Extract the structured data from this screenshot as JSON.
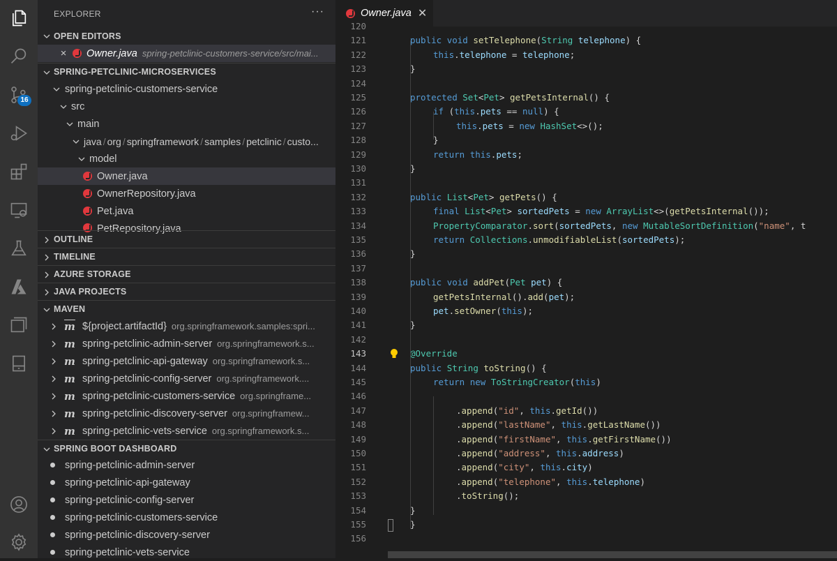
{
  "activity_bar": {
    "icons": [
      "explorer-icon",
      "search-icon",
      "source-control-icon",
      "run-debug-icon",
      "extensions-icon",
      "remote-explorer-icon",
      "testing-icon",
      "azure-icon",
      "window-icon",
      "notebook-icon",
      "account-icon",
      "settings-gear-icon"
    ],
    "source_control_badge": "16"
  },
  "sidebar": {
    "title": "EXPLORER",
    "more": "···",
    "open_editors": {
      "header": "OPEN EDITORS",
      "file": "Owner.java",
      "path": "spring-petclinic-customers-service/src/mai..."
    },
    "workspace": {
      "header": "SPRING-PETCLINIC-MICROSERVICES",
      "tree": {
        "service": "spring-petclinic-customers-service",
        "src": "src",
        "main": "main",
        "package_parts": [
          "java",
          "org",
          "springframework",
          "samples",
          "petclinic",
          "custo..."
        ],
        "model": "model",
        "files": [
          "Owner.java",
          "OwnerRepository.java",
          "Pet.java",
          "PetRepository.java"
        ]
      }
    },
    "collapsed_sections": [
      "OUTLINE",
      "TIMELINE",
      "AZURE STORAGE",
      "JAVA PROJECTS"
    ],
    "maven": {
      "header": "MAVEN",
      "items": [
        {
          "name": "${project.artifactId}",
          "detail": "org.springframework.samples:spri..."
        },
        {
          "name": "spring-petclinic-admin-server",
          "detail": "org.springframework.s..."
        },
        {
          "name": "spring-petclinic-api-gateway",
          "detail": "org.springframework.s..."
        },
        {
          "name": "spring-petclinic-config-server",
          "detail": "org.springframework...."
        },
        {
          "name": "spring-petclinic-customers-service",
          "detail": "org.springframe..."
        },
        {
          "name": "spring-petclinic-discovery-server",
          "detail": "org.springframew..."
        },
        {
          "name": "spring-petclinic-vets-service",
          "detail": "org.springframework.s..."
        }
      ]
    },
    "spring_boot": {
      "header": "SPRING BOOT DASHBOARD",
      "apps": [
        "spring-petclinic-admin-server",
        "spring-petclinic-api-gateway",
        "spring-petclinic-config-server",
        "spring-petclinic-customers-service",
        "spring-petclinic-discovery-server",
        "spring-petclinic-vets-service"
      ]
    }
  },
  "editor": {
    "tab": {
      "name": "Owner.java",
      "close": "✕"
    },
    "active_line": "143",
    "lines": [
      {
        "n": "120",
        "indent": 0,
        "t": [
          [
            "",
            ""
          ]
        ]
      },
      {
        "n": "121",
        "indent": 1,
        "t": [
          [
            "kw",
            "public "
          ],
          [
            "kw",
            "void "
          ],
          [
            "fn",
            "setTelephone"
          ],
          [
            "",
            "("
          ],
          [
            "ty",
            "String "
          ],
          [
            "vr",
            "telephone"
          ],
          [
            "",
            ") {"
          ]
        ]
      },
      {
        "n": "122",
        "indent": 2,
        "t": [
          [
            "kw",
            "this"
          ],
          [
            "",
            "."
          ],
          [
            "vr",
            "telephone"
          ],
          [
            "",
            " = "
          ],
          [
            "vr",
            "telephone"
          ],
          [
            "",
            ";"
          ]
        ]
      },
      {
        "n": "123",
        "indent": 1,
        "t": [
          [
            "",
            "}"
          ]
        ]
      },
      {
        "n": "124",
        "indent": 0,
        "t": [
          [
            "",
            ""
          ]
        ]
      },
      {
        "n": "125",
        "indent": 1,
        "t": [
          [
            "kw",
            "protected "
          ],
          [
            "ty",
            "Set"
          ],
          [
            "",
            "<"
          ],
          [
            "ty",
            "Pet"
          ],
          [
            "",
            "> "
          ],
          [
            "fn",
            "getPetsInternal"
          ],
          [
            "",
            "() {"
          ]
        ]
      },
      {
        "n": "126",
        "indent": 2,
        "t": [
          [
            "kw",
            "if "
          ],
          [
            "",
            "("
          ],
          [
            "kw",
            "this"
          ],
          [
            "",
            "."
          ],
          [
            "vr",
            "pets"
          ],
          [
            "",
            " == "
          ],
          [
            "kw",
            "null"
          ],
          [
            "",
            ") {"
          ]
        ]
      },
      {
        "n": "127",
        "indent": 3,
        "t": [
          [
            "kw",
            "this"
          ],
          [
            "",
            "."
          ],
          [
            "vr",
            "pets"
          ],
          [
            "",
            " = "
          ],
          [
            "kw",
            "new "
          ],
          [
            "ty",
            "HashSet"
          ],
          [
            "",
            "<>();"
          ]
        ]
      },
      {
        "n": "128",
        "indent": 2,
        "t": [
          [
            "",
            "}"
          ]
        ]
      },
      {
        "n": "129",
        "indent": 2,
        "t": [
          [
            "kw",
            "return "
          ],
          [
            "kw",
            "this"
          ],
          [
            "",
            "."
          ],
          [
            "vr",
            "pets"
          ],
          [
            "",
            ";"
          ]
        ]
      },
      {
        "n": "130",
        "indent": 1,
        "t": [
          [
            "",
            "}"
          ]
        ]
      },
      {
        "n": "131",
        "indent": 0,
        "t": [
          [
            "",
            ""
          ]
        ]
      },
      {
        "n": "132",
        "indent": 1,
        "t": [
          [
            "kw",
            "public "
          ],
          [
            "ty",
            "List"
          ],
          [
            "",
            "<"
          ],
          [
            "ty",
            "Pet"
          ],
          [
            "",
            "> "
          ],
          [
            "fn",
            "getPets"
          ],
          [
            "",
            "() {"
          ]
        ]
      },
      {
        "n": "133",
        "indent": 2,
        "t": [
          [
            "kw",
            "final "
          ],
          [
            "ty",
            "List"
          ],
          [
            "",
            "<"
          ],
          [
            "ty",
            "Pet"
          ],
          [
            "",
            "> "
          ],
          [
            "vr",
            "sortedPets"
          ],
          [
            "",
            " = "
          ],
          [
            "kw",
            "new "
          ],
          [
            "ty",
            "ArrayList"
          ],
          [
            "",
            "<>("
          ],
          [
            "fn",
            "getPetsInternal"
          ],
          [
            "",
            "());"
          ]
        ]
      },
      {
        "n": "134",
        "indent": 2,
        "t": [
          [
            "ty",
            "PropertyComparator"
          ],
          [
            "",
            "."
          ],
          [
            "fn",
            "sort"
          ],
          [
            "",
            "("
          ],
          [
            "vr",
            "sortedPets"
          ],
          [
            "",
            ", "
          ],
          [
            "kw",
            "new "
          ],
          [
            "ty",
            "MutableSortDefinition"
          ],
          [
            "",
            "("
          ],
          [
            "st",
            "\"name\""
          ],
          [
            "",
            ", t"
          ]
        ]
      },
      {
        "n": "135",
        "indent": 2,
        "t": [
          [
            "kw",
            "return "
          ],
          [
            "ty",
            "Collections"
          ],
          [
            "",
            "."
          ],
          [
            "fn",
            "unmodifiableList"
          ],
          [
            "",
            "("
          ],
          [
            "vr",
            "sortedPets"
          ],
          [
            "",
            ");"
          ]
        ]
      },
      {
        "n": "136",
        "indent": 1,
        "t": [
          [
            "",
            "}"
          ]
        ]
      },
      {
        "n": "137",
        "indent": 0,
        "t": [
          [
            "",
            ""
          ]
        ]
      },
      {
        "n": "138",
        "indent": 1,
        "t": [
          [
            "kw",
            "public "
          ],
          [
            "kw",
            "void "
          ],
          [
            "fn",
            "addPet"
          ],
          [
            "",
            "("
          ],
          [
            "ty",
            "Pet "
          ],
          [
            "vr",
            "pet"
          ],
          [
            "",
            ") {"
          ]
        ]
      },
      {
        "n": "139",
        "indent": 2,
        "t": [
          [
            "fn",
            "getPetsInternal"
          ],
          [
            "",
            "()."
          ],
          [
            "fn",
            "add"
          ],
          [
            "",
            "("
          ],
          [
            "vr",
            "pet"
          ],
          [
            "",
            ");"
          ]
        ]
      },
      {
        "n": "140",
        "indent": 2,
        "t": [
          [
            "vr",
            "pet"
          ],
          [
            "",
            "."
          ],
          [
            "fn",
            "setOwner"
          ],
          [
            "",
            "("
          ],
          [
            "kw",
            "this"
          ],
          [
            "",
            ");"
          ]
        ]
      },
      {
        "n": "141",
        "indent": 1,
        "t": [
          [
            "",
            "}"
          ]
        ]
      },
      {
        "n": "142",
        "indent": 0,
        "t": [
          [
            "",
            ""
          ]
        ]
      },
      {
        "n": "143",
        "indent": 1,
        "t": [
          [
            "an",
            "@Override"
          ]
        ]
      },
      {
        "n": "144",
        "indent": 1,
        "t": [
          [
            "kw",
            "public "
          ],
          [
            "ty",
            "String "
          ],
          [
            "fn",
            "toString"
          ],
          [
            "",
            "() {"
          ]
        ]
      },
      {
        "n": "145",
        "indent": 2,
        "t": [
          [
            "kw",
            "return "
          ],
          [
            "kw",
            "new "
          ],
          [
            "ty",
            "ToStringCreator"
          ],
          [
            "",
            "("
          ],
          [
            "kw",
            "this"
          ],
          [
            "",
            ")"
          ]
        ]
      },
      {
        "n": "146",
        "indent": 0,
        "t": [
          [
            "",
            ""
          ]
        ]
      },
      {
        "n": "147",
        "indent": 3,
        "t": [
          [
            "",
            "."
          ],
          [
            "fn",
            "append"
          ],
          [
            "",
            "("
          ],
          [
            "st",
            "\"id\""
          ],
          [
            "",
            ", "
          ],
          [
            "kw",
            "this"
          ],
          [
            "",
            "."
          ],
          [
            "fn",
            "getId"
          ],
          [
            "",
            "())"
          ]
        ]
      },
      {
        "n": "148",
        "indent": 3,
        "t": [
          [
            "",
            "."
          ],
          [
            "fn",
            "append"
          ],
          [
            "",
            "("
          ],
          [
            "st",
            "\"lastName\""
          ],
          [
            "",
            ", "
          ],
          [
            "kw",
            "this"
          ],
          [
            "",
            "."
          ],
          [
            "fn",
            "getLastName"
          ],
          [
            "",
            "())"
          ]
        ]
      },
      {
        "n": "149",
        "indent": 3,
        "t": [
          [
            "",
            "."
          ],
          [
            "fn",
            "append"
          ],
          [
            "",
            "("
          ],
          [
            "st",
            "\"firstName\""
          ],
          [
            "",
            ", "
          ],
          [
            "kw",
            "this"
          ],
          [
            "",
            "."
          ],
          [
            "fn",
            "getFirstName"
          ],
          [
            "",
            "())"
          ]
        ]
      },
      {
        "n": "150",
        "indent": 3,
        "t": [
          [
            "",
            "."
          ],
          [
            "fn",
            "append"
          ],
          [
            "",
            "("
          ],
          [
            "st",
            "\"address\""
          ],
          [
            "",
            ", "
          ],
          [
            "kw",
            "this"
          ],
          [
            "",
            "."
          ],
          [
            "vr",
            "address"
          ],
          [
            "",
            ")"
          ]
        ]
      },
      {
        "n": "151",
        "indent": 3,
        "t": [
          [
            "",
            "."
          ],
          [
            "fn",
            "append"
          ],
          [
            "",
            "("
          ],
          [
            "st",
            "\"city\""
          ],
          [
            "",
            ", "
          ],
          [
            "kw",
            "this"
          ],
          [
            "",
            "."
          ],
          [
            "vr",
            "city"
          ],
          [
            "",
            ")"
          ]
        ]
      },
      {
        "n": "152",
        "indent": 3,
        "t": [
          [
            "",
            "."
          ],
          [
            "fn",
            "append"
          ],
          [
            "",
            "("
          ],
          [
            "st",
            "\"telephone\""
          ],
          [
            "",
            ", "
          ],
          [
            "kw",
            "this"
          ],
          [
            "",
            "."
          ],
          [
            "vr",
            "telephone"
          ],
          [
            "",
            ")"
          ]
        ]
      },
      {
        "n": "153",
        "indent": 3,
        "t": [
          [
            "",
            "."
          ],
          [
            "fn",
            "toString"
          ],
          [
            "",
            "();"
          ]
        ]
      },
      {
        "n": "154",
        "indent": 1,
        "t": [
          [
            "",
            "}"
          ]
        ]
      },
      {
        "n": "155",
        "indent": 0,
        "t": [
          [
            "",
            "}"
          ]
        ]
      },
      {
        "n": "156",
        "indent": 0,
        "t": [
          [
            "",
            ""
          ]
        ]
      }
    ]
  },
  "colors": {
    "activity_bar": "#333333",
    "sidebar": "#252526",
    "editor": "#1e1e1e",
    "accent_badge": "#0e70c0",
    "java_icon": "#e1383d",
    "keyword": "#569cd6",
    "type": "#4ec9b0",
    "function": "#dcdcaa",
    "variable": "#9cdcfe",
    "string": "#ce9178"
  }
}
